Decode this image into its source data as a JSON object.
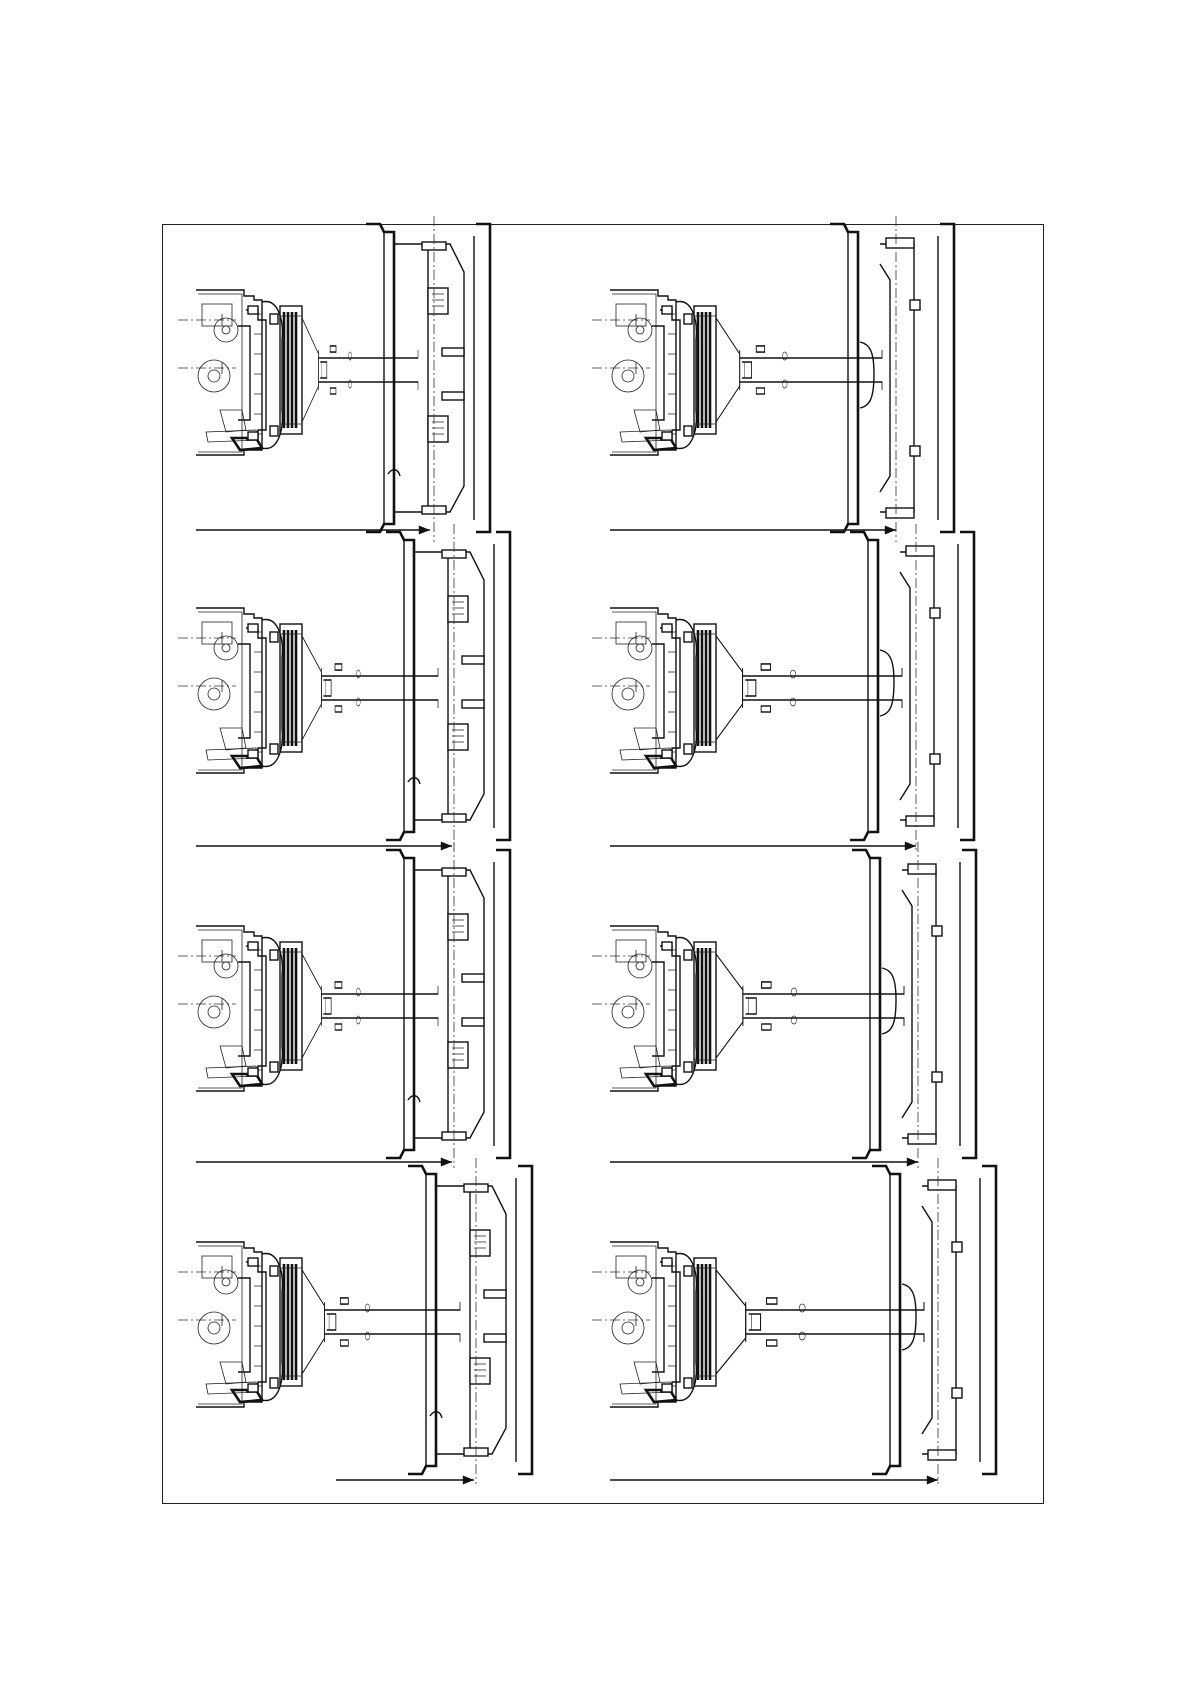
{
  "figure": {
    "panels": [
      {
        "id": "config-1",
        "wheel": "rim-a"
      },
      {
        "id": "config-2",
        "wheel": "rim-b"
      },
      {
        "id": "config-3",
        "wheel": "rim-a"
      },
      {
        "id": "config-4",
        "wheel": "rim-b"
      },
      {
        "id": "config-5",
        "wheel": "rim-a"
      },
      {
        "id": "config-6",
        "wheel": "rim-b"
      },
      {
        "id": "config-7",
        "wheel": "rim-a"
      },
      {
        "id": "config-8",
        "wheel": "rim-b"
      }
    ],
    "colors": {
      "line": "#111111",
      "background": "#ffffff"
    }
  }
}
